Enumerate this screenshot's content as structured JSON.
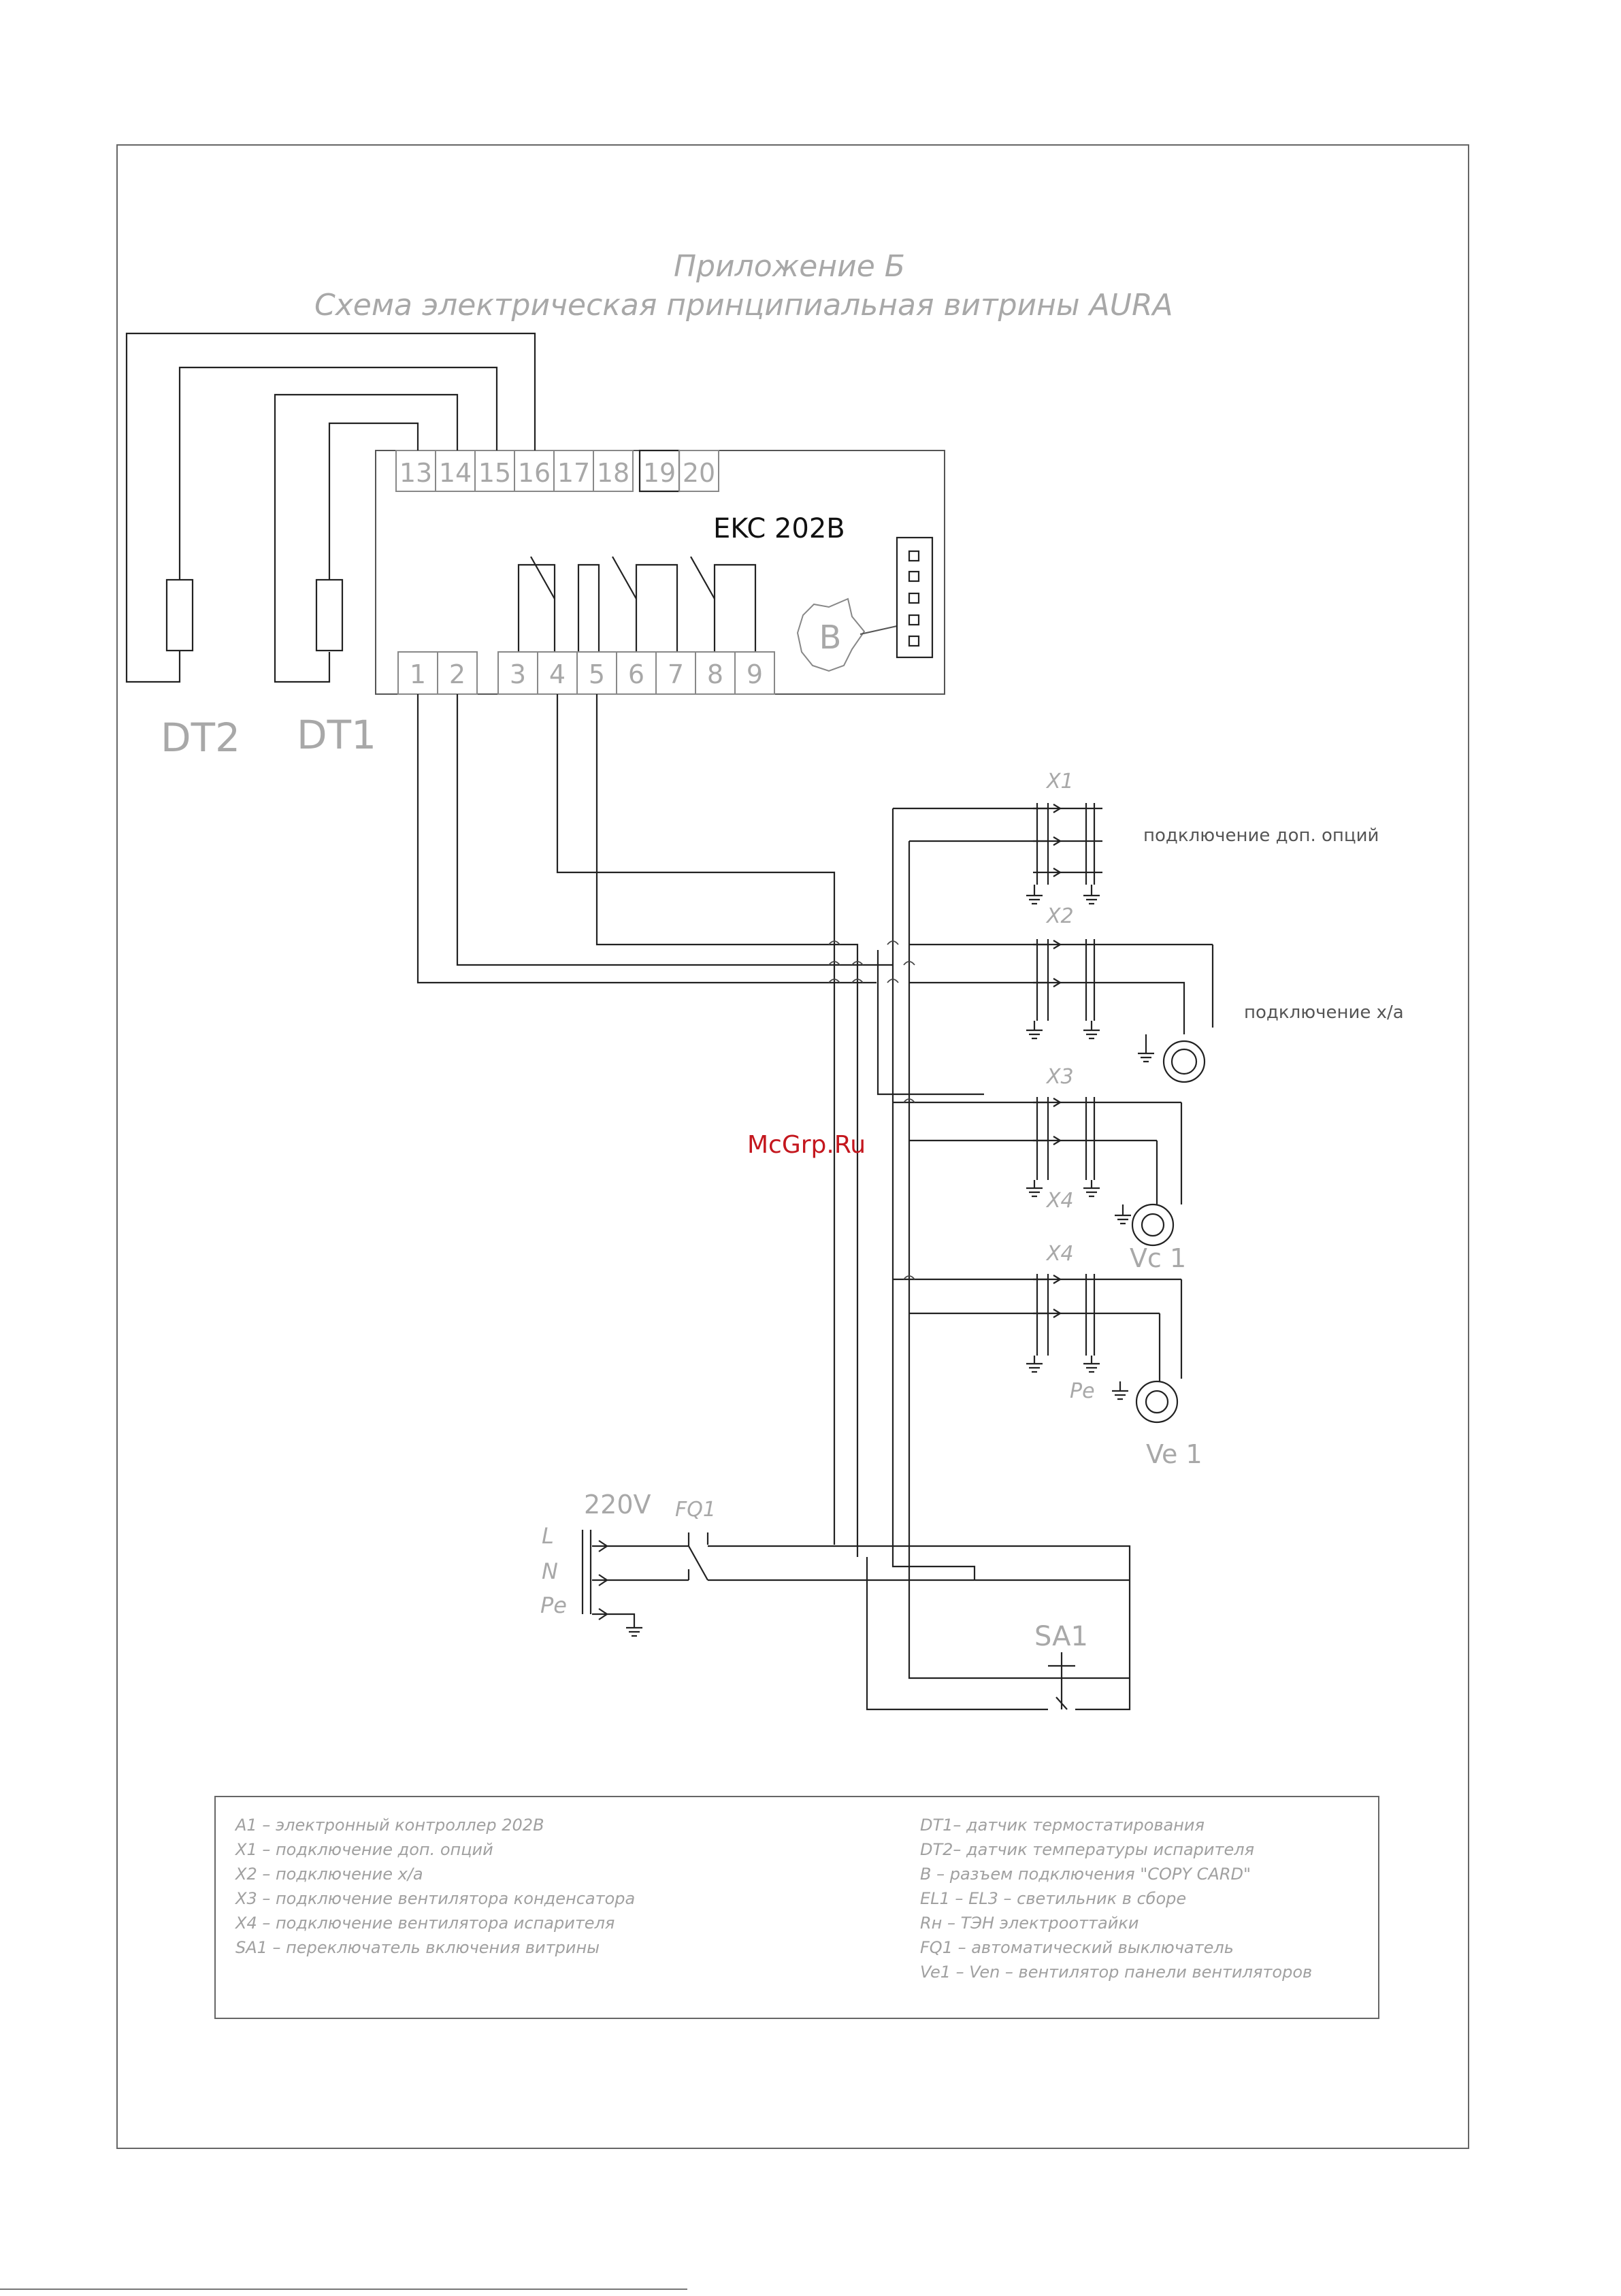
{
  "header": {
    "appendix": "Приложение Б",
    "title": "Схема электрическая принципиальная витрины AURA"
  },
  "controller": {
    "name": "EKC 202B",
    "top_terminals": [
      "13",
      "14",
      "15",
      "16",
      "17",
      "18",
      "19",
      "20"
    ],
    "bottom_terminals": [
      "1",
      "2",
      "3",
      "4",
      "5",
      "6",
      "7",
      "8",
      "9"
    ],
    "connector_label": "B"
  },
  "sensors": {
    "dt2": "DT2",
    "dt1": "DT1"
  },
  "connectors": {
    "x1": "X1",
    "x2": "X2",
    "x3": "X3",
    "x4_lower": "X4",
    "x4": "X4"
  },
  "labels": {
    "options": "подключение доп. опций",
    "refrigeration": "подключение х/а",
    "vc1": "Vc 1",
    "ve1": "Ve 1",
    "pe_fan": "Pe",
    "voltage": "220V",
    "fuse": "FQ1",
    "phase_l": "L",
    "phase_n": "N",
    "phase_pe": "Pe",
    "switch": "SA1"
  },
  "watermark": "McGrp.Ru",
  "legend": {
    "left": [
      "A1 – электронный контроллер 202B",
      "X1 – подключение доп. опций",
      "X2 – подключение х/а",
      "X3 – подключение вентилятора конденсатора",
      "X4 – подключение вентилятора испарителя",
      "SA1 – переключатель включения витрины"
    ],
    "right": [
      "DT1– датчик термостатирования",
      "DT2– датчик температуры испарителя",
      "B – разъем подключения \"COPY CARD\"",
      "EL1 – EL3 – светильник в сборе",
      "Rн – ТЭН электрооттайки",
      "FQ1 – автоматический выключатель",
      "Ve1 – Ven – вентилятор панели вентиляторов"
    ]
  }
}
